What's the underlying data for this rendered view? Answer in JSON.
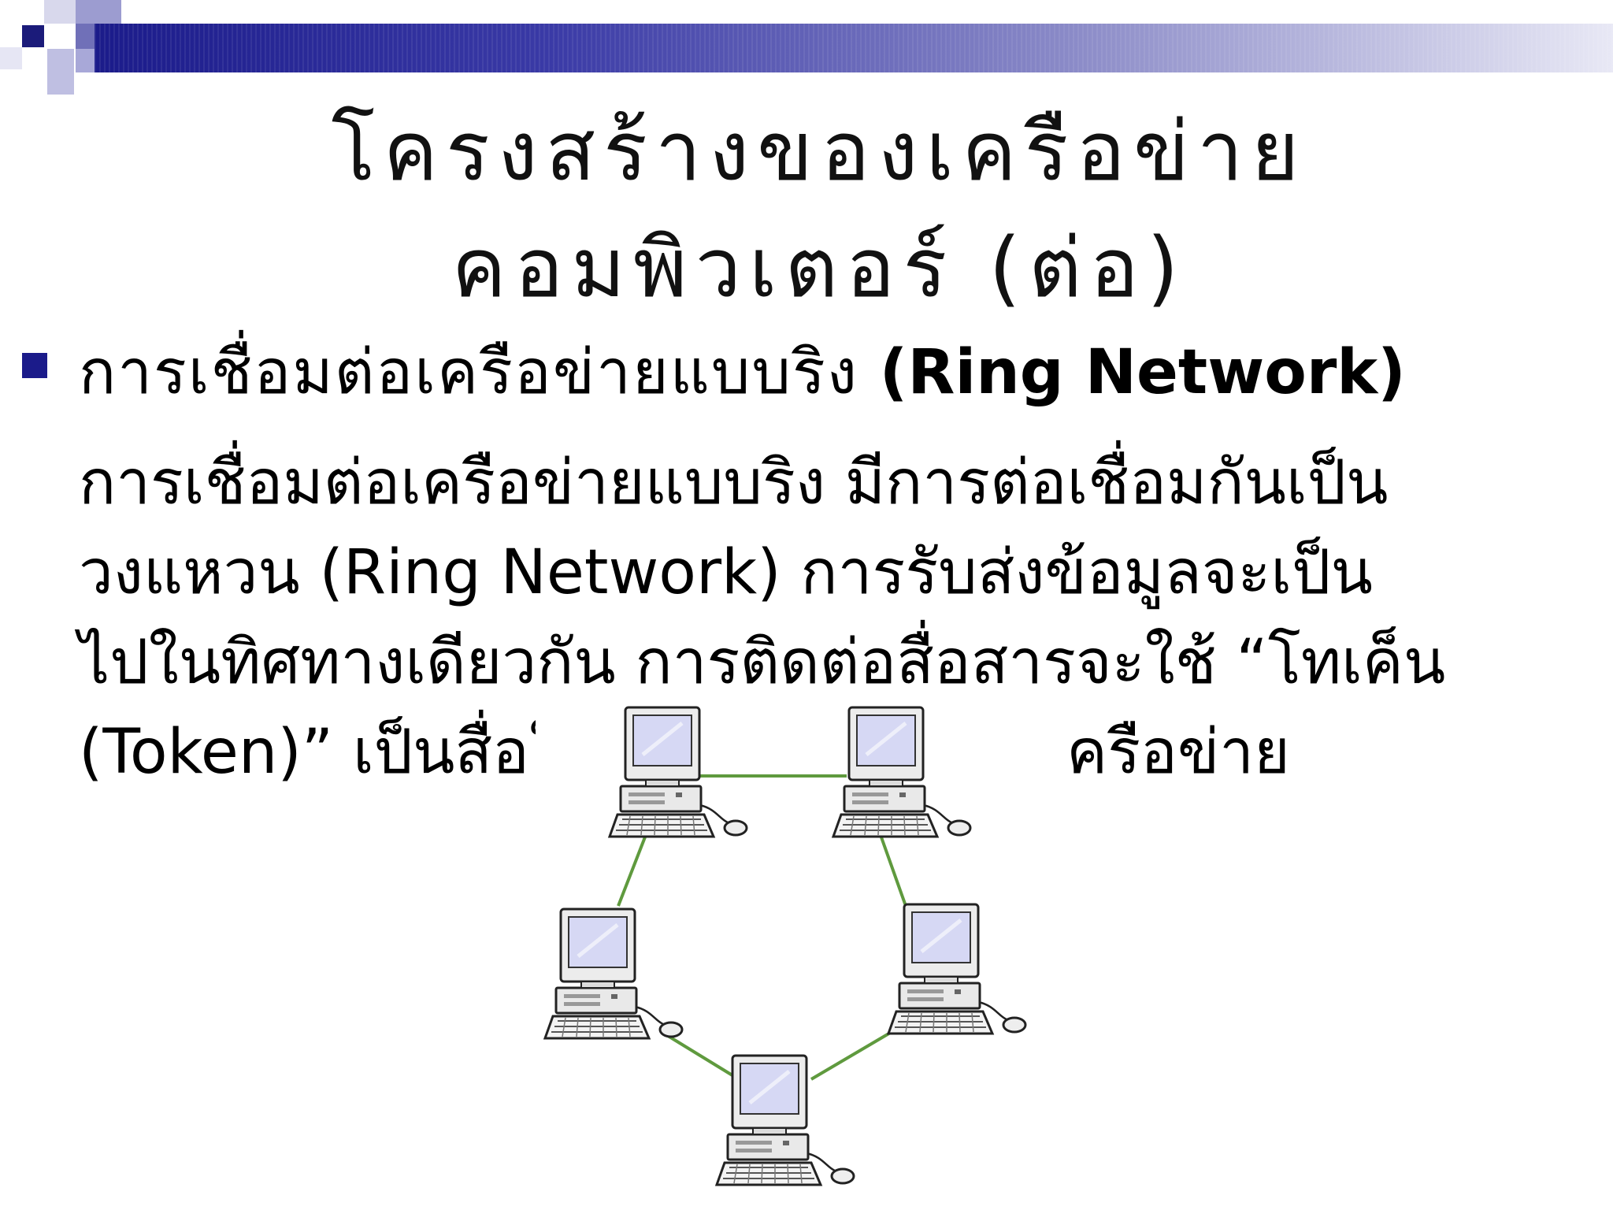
{
  "title": {
    "line1": "โครงสร้างของเครือข่าย",
    "line2": "คอมพิวเตอร์ (ต่อ)"
  },
  "subhead": {
    "thai": "การเชื่อมต่อเครือข่ายแบบริง ",
    "english": "(Ring Network)"
  },
  "body": {
    "lines": [
      "การเชื่อมต่อเครือข่ายแบบริง มีการต่อเชื่อมกันเป็น",
      "วงแหวน (Ring Network)  การรับส่งข้อมูลจะเป็น",
      "ไปในทิศทางเดียวกัน การติดต่อสื่อสารจะใช้ “โทเค็น",
      "(Token)” เป็นสื่อในการติดต่อภายในเครือข่าย"
    ]
  },
  "diagram": {
    "icon": "computer-icon",
    "node_count": 5,
    "link_color": "#5f9a3e",
    "screen_color": "#d6d8f4"
  },
  "colors": {
    "accent": "#1b1b8a"
  }
}
